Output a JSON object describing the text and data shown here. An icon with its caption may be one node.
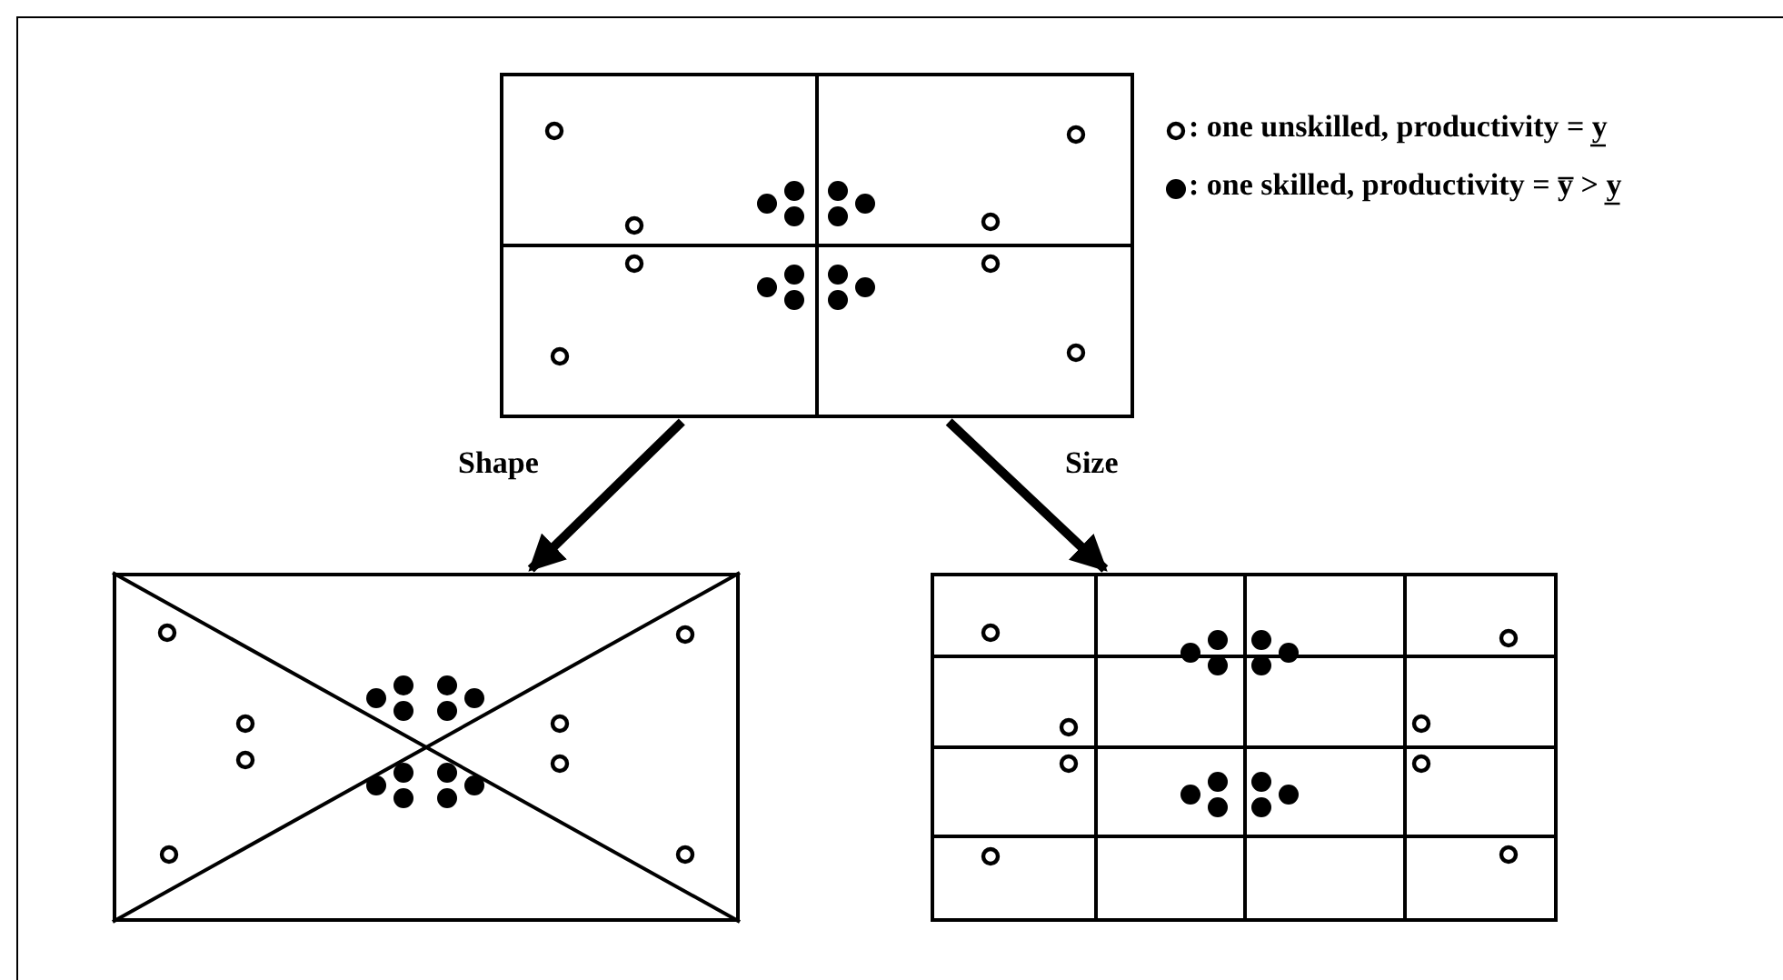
{
  "diagram": {
    "nodes": [
      {
        "text": [],
        "shape": "box"
      },
      {
        "text": [],
        "shape": "box"
      },
      {
        "text": [],
        "shape": "box"
      }
    ],
    "edges": [
      {
        "from": 0,
        "to": 1,
        "arrow": "to",
        "label": "Shape"
      },
      {
        "from": 0,
        "to": 2,
        "arrow": "to",
        "label": "Size"
      }
    ],
    "legend": [
      {
        "text": ": one unskilled, productivity = y̲"
      },
      {
        "text": ": one skilled, productivity = y̅ > y̲"
      }
    ]
  }
}
